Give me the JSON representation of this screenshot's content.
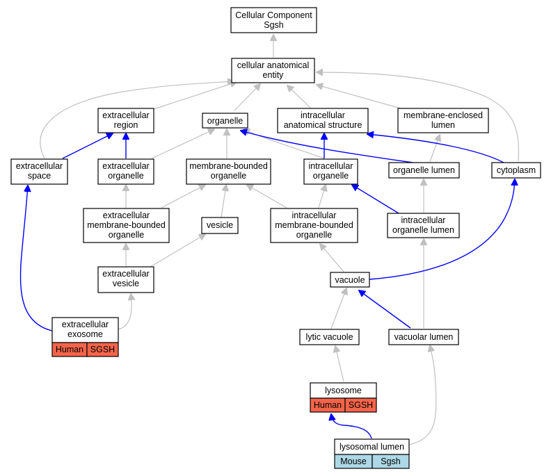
{
  "graph": {
    "root": {
      "line1": "Cellular Component",
      "line2": "Sgsh"
    },
    "cellular_anatomical_entity": {
      "line1": "cellular anatomical",
      "line2": "entity"
    },
    "extracellular_region": {
      "line1": "extracellular",
      "line2": "region"
    },
    "organelle": {
      "label": "organelle"
    },
    "intracellular_anatomical_structure": {
      "line1": "intracellular",
      "line2": "anatomical structure"
    },
    "membrane_enclosed_lumen": {
      "line1": "membrane-enclosed",
      "line2": "lumen"
    },
    "extracellular_space": {
      "line1": "extracellular",
      "line2": "space"
    },
    "extracellular_organelle": {
      "line1": "extracellular",
      "line2": "organelle"
    },
    "membrane_bounded_organelle": {
      "line1": "membrane-bounded",
      "line2": "organelle"
    },
    "intracellular_organelle": {
      "line1": "intracellular",
      "line2": "organelle"
    },
    "organelle_lumen": {
      "label": "organelle lumen"
    },
    "cytoplasm": {
      "label": "cytoplasm"
    },
    "extracellular_membrane_bounded_organelle": {
      "line1": "extracellular",
      "line2": "membrane-bounded",
      "line3": "organelle"
    },
    "vesicle": {
      "label": "vesicle"
    },
    "intracellular_membrane_bounded_organelle": {
      "line1": "intracellular",
      "line2": "membrane-bounded",
      "line3": "organelle"
    },
    "intracellular_organelle_lumen": {
      "line1": "intracellular",
      "line2": "organelle lumen"
    },
    "extracellular_vesicle": {
      "line1": "extracellular",
      "line2": "vesicle"
    },
    "vacuole": {
      "label": "vacuole"
    },
    "extracellular_exosome": {
      "line1": "extracellular",
      "line2": "exosome",
      "species": "Human",
      "gene": "SGSH"
    },
    "lytic_vacuole": {
      "label": "lytic vacuole"
    },
    "vacuolar_lumen": {
      "label": "vacuolar lumen"
    },
    "lysosome": {
      "label": "lysosome",
      "species": "Human",
      "gene": "SGSH"
    },
    "lysosomal_lumen": {
      "label": "lysosomal lumen",
      "species": "Mouse",
      "gene": "Sgsh"
    }
  },
  "colors": {
    "human_annotation": "#f5644a",
    "mouse_annotation": "#add8e6",
    "is_a_edge": "#c0c0c0",
    "part_of_edge": "#0000ff"
  }
}
